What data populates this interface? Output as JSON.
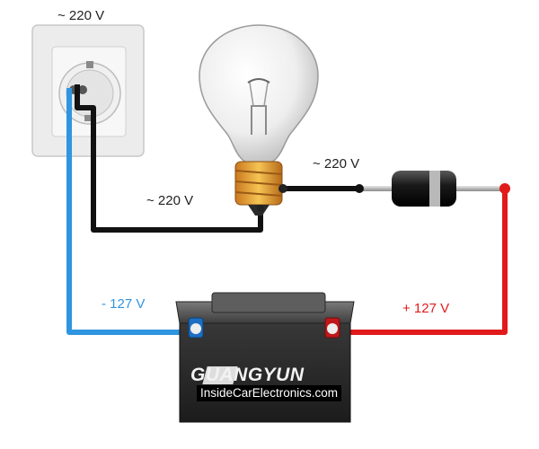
{
  "labels": {
    "socket_voltage": "~ 220 V",
    "bulb_wire_voltage": "~ 220 V",
    "diode_wire_voltage": "~ 220 V",
    "negative_voltage": "- 127 V",
    "positive_voltage": "+ 127 V"
  },
  "battery": {
    "brand": "GUANGYUN"
  },
  "watermark": "InsideCarElectronics.com",
  "colors": {
    "negative_wire": "#2f95e0",
    "positive_wire": "#e11b1b",
    "neutral_wire": "#111111"
  }
}
